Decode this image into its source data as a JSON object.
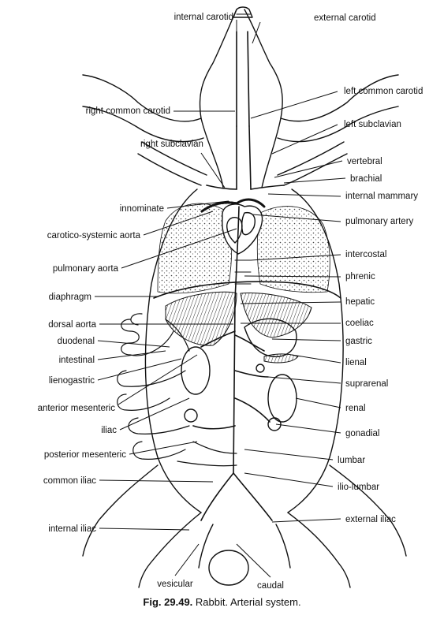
{
  "labels": {
    "internal_carotid": "internal carotid",
    "external_carotid": "external carotid",
    "left_common_carotid": "left common carotid",
    "right_common_carotid": "right common carotid",
    "left_subclavian": "left subclavian",
    "right_subclavian": "right subclavian",
    "vertebral": "vertebral",
    "brachial": "brachial",
    "internal_mammary": "internal mammary",
    "innominate": "innominate",
    "pulmonary_artery": "pulmonary artery",
    "carotico_systemic_aorta": "carotico-systemic aorta",
    "intercostal": "intercostal",
    "pulmonary_aorta": "pulmonary aorta",
    "phrenic": "phrenic",
    "diaphragm": "diaphragm",
    "hepatic": "hepatic",
    "dorsal_aorta": "dorsal aorta",
    "coeliac": "coeliac",
    "duodenal": "duodenal",
    "gastric": "gastric",
    "intestinal": "intestinal",
    "lienal": "lienal",
    "lienogastric": "lienogastric",
    "suprarenal": "suprarenal",
    "anterior_mesenteric": "anterior mesenteric",
    "renal": "renal",
    "iliac": "iliac",
    "gonadial": "gonadial",
    "posterior_mesenteric": "posterior mesenteric",
    "lumbar": "lumbar",
    "common_iliac": "common iliac",
    "ilio_lumbar": "ilio-lumbar",
    "internal_iliac": "internal iliac",
    "external_iliac": "external iliac",
    "vesicular": "vesicular",
    "caudal": "caudal"
  },
  "caption": {
    "fig_number": "Fig. 29.49.",
    "text": " Rabbit. Arterial system."
  }
}
